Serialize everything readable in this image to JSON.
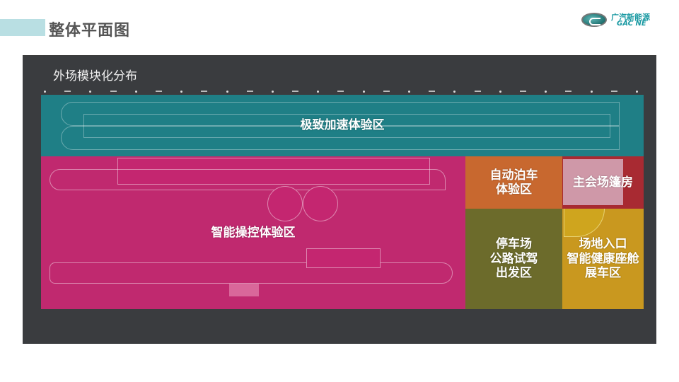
{
  "header": {
    "title": "整体平面图",
    "accent_color": "#b9dfe3"
  },
  "logo": {
    "icon": "gac-logo-icon",
    "name_cn": "广汽新能源",
    "name_en": "GAC NE",
    "color": "#1b9aa3"
  },
  "map": {
    "label": "外场模块化分布",
    "background": "#3a3c3f",
    "zones": [
      {
        "id": "accel",
        "label": "极致加速体验区",
        "color": "#1f7f86"
      },
      {
        "id": "smart",
        "label": "智能操控体验区",
        "color": "#c0296f"
      },
      {
        "id": "park",
        "label_line1": "自动泊车",
        "label_line2": "体验区",
        "color": "#c8682f"
      },
      {
        "id": "main",
        "label": "主会场篷房",
        "color": "#a82a32",
        "inner_color": "#cf98a8"
      },
      {
        "id": "lot",
        "label_line1": "停车场",
        "label_line2": "公路试驾",
        "label_line3": "出发区",
        "color": "#6c6b2b"
      },
      {
        "id": "entry",
        "label_line1": "场地入口",
        "label_line2": "智能健康座舱",
        "label_line3": "展车区",
        "color": "#c9981f"
      }
    ]
  }
}
